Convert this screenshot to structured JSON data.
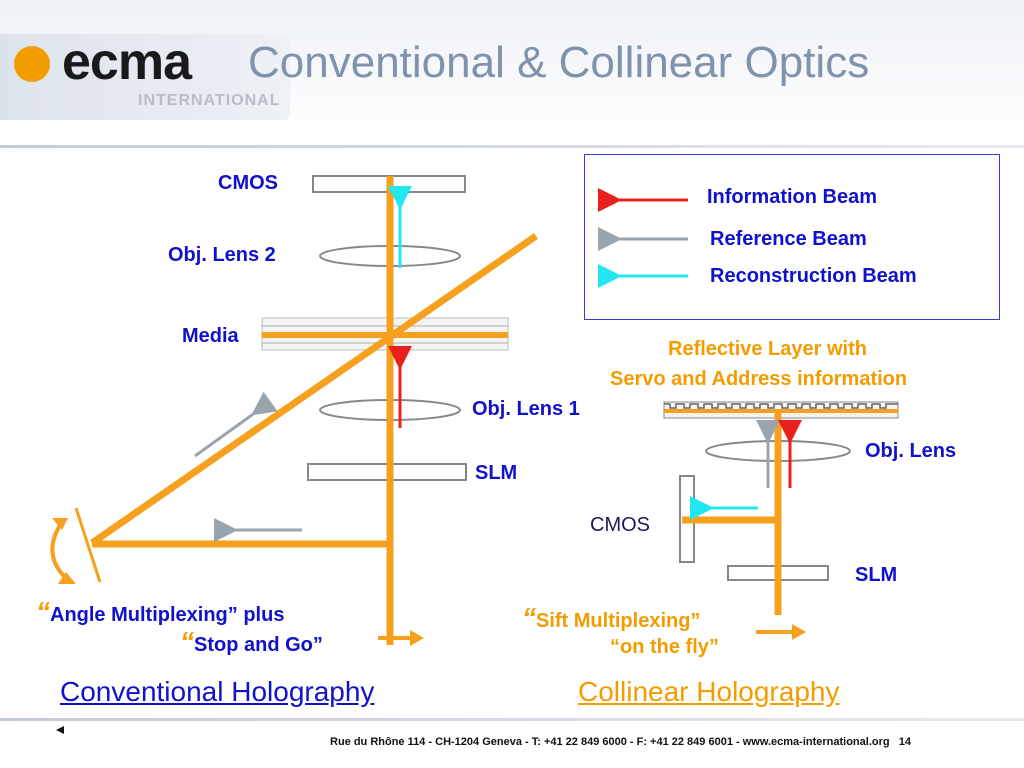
{
  "header": {
    "logo_text": "ecma",
    "logo_sub": "INTERNATIONAL",
    "title": "Conventional & Collinear Optics"
  },
  "legend": {
    "items": [
      {
        "label": "Information Beam",
        "color": "#e8211c"
      },
      {
        "label": "Reference Beam",
        "color": "#9aa4ad"
      },
      {
        "label": "Reconstruction Beam",
        "color": "#22e6f0"
      }
    ]
  },
  "conventional": {
    "cmos_label": "CMOS",
    "lens2_label": "Obj. Lens 2",
    "media_label": "Media",
    "lens1_label": "Obj. Lens 1",
    "slm_label": "SLM",
    "caption_line1_quote": "“",
    "caption_line1": "Angle Multiplexing” plus",
    "caption_line2_quote": "“",
    "caption_line2": "Stop and Go”",
    "heading": "Conventional Holography"
  },
  "collinear": {
    "reflective_line1": "Reflective Layer with",
    "reflective_line2": "Servo and Address information",
    "lens_label": "Obj. Lens",
    "cmos_label": "CMOS",
    "slm_label": "SLM",
    "caption_line1_quote": "“",
    "caption_line1": "Sift Multiplexing”",
    "caption_line2": "“on the fly”",
    "heading": "Collinear Holography"
  },
  "footer": {
    "address": "Rue du Rhône 114 - CH-1204 Geneva - T: +41 22 849 6000 - F: +41 22 849 6001 - www.ecma-international.org",
    "page_number": "14"
  },
  "colors": {
    "beam": "#f7a01e",
    "label_blue": "#1111cc",
    "label_orange": "#f39c00",
    "title_gray": "#7f93ad"
  }
}
